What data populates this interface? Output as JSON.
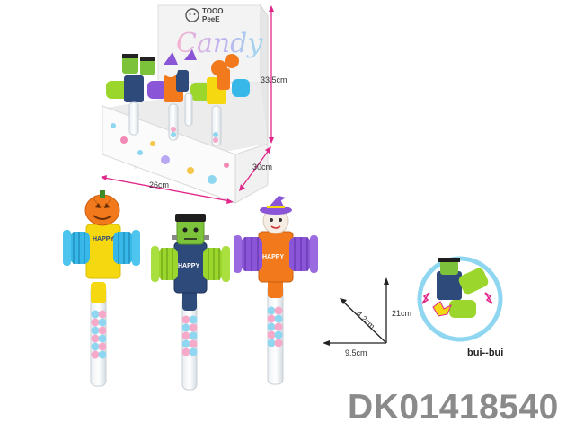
{
  "brand": {
    "logo_text_line1": "TOOO",
    "logo_text_line2": "PeeE",
    "display_box_script": "Candy"
  },
  "dimensions": {
    "box_height": "33.5cm",
    "box_depth": "30cm",
    "box_width": "26cm",
    "toy_height": "21cm",
    "toy_depth": "4.2cm",
    "toy_width": "9.5cm"
  },
  "toys": [
    {
      "character": "pumpkin",
      "label": "HAPPY",
      "body_color": "#f5d80f",
      "arm_color": "#37b8e8"
    },
    {
      "character": "frankenstein",
      "label": "HAPPY",
      "body_color": "#2e4a7a",
      "arm_color": "#9ad62c"
    },
    {
      "character": "witch",
      "label": "HAPPY",
      "body_color": "#f27a1c",
      "arm_color": "#8a55d6"
    }
  ],
  "inset": {
    "sound_text": "bui--bui"
  },
  "product_code": "DK01418540",
  "colors": {
    "dimension_line": "#e0268a",
    "code_text": "#8a8a8a"
  }
}
